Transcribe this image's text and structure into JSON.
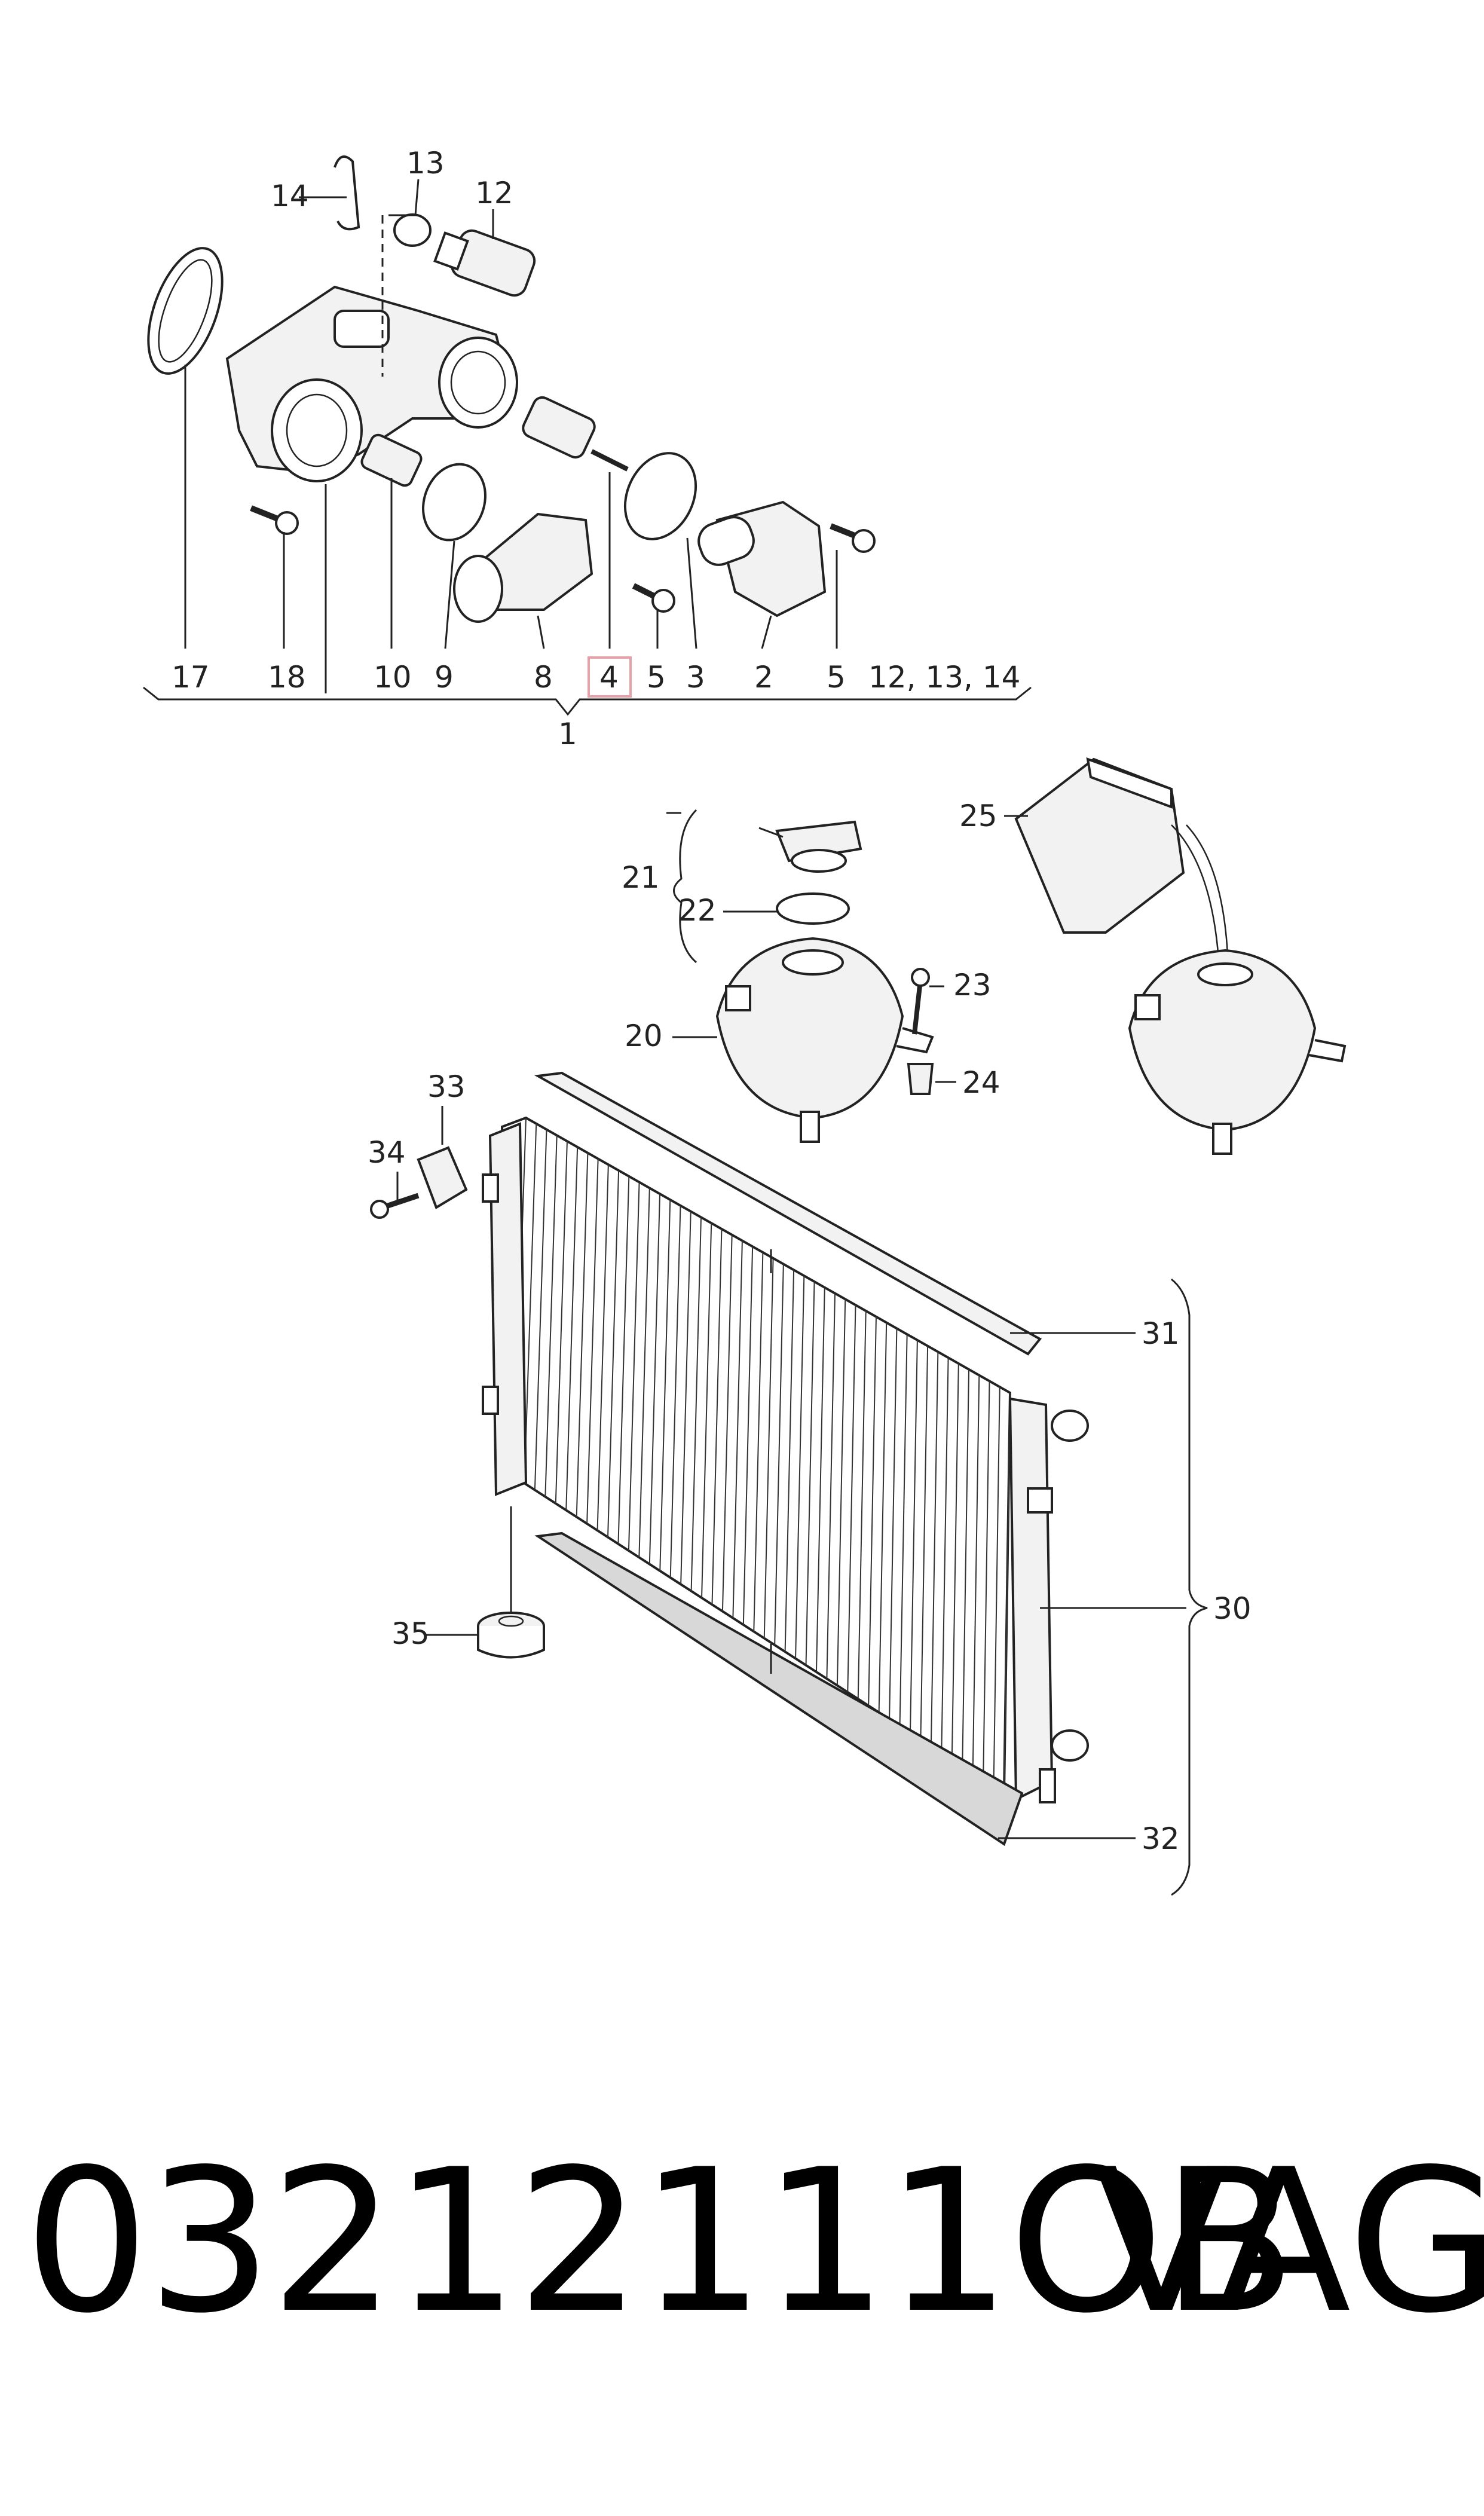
{
  "diagram": {
    "callouts": {
      "c1": "1",
      "c2": "2",
      "c3": "3",
      "c4": "4",
      "c5a": "5",
      "c5b": "5",
      "c8": "8",
      "c9": "9",
      "c10": "10",
      "c12": "12",
      "c13": "13",
      "c14": "14",
      "c12_13_14": "12, 13, 14",
      "c17": "17",
      "c18": "18",
      "c20": "20",
      "c21": "21",
      "c22": "22",
      "c23": "23",
      "c24": "24",
      "c25": "25",
      "c30": "30",
      "c31": "31",
      "c32": "32",
      "c33": "33",
      "c34": "34",
      "c35": "35"
    },
    "highlight_color": "#e8a0a8"
  },
  "footer": {
    "part_number": "03212111OB",
    "brand": "VAG"
  }
}
